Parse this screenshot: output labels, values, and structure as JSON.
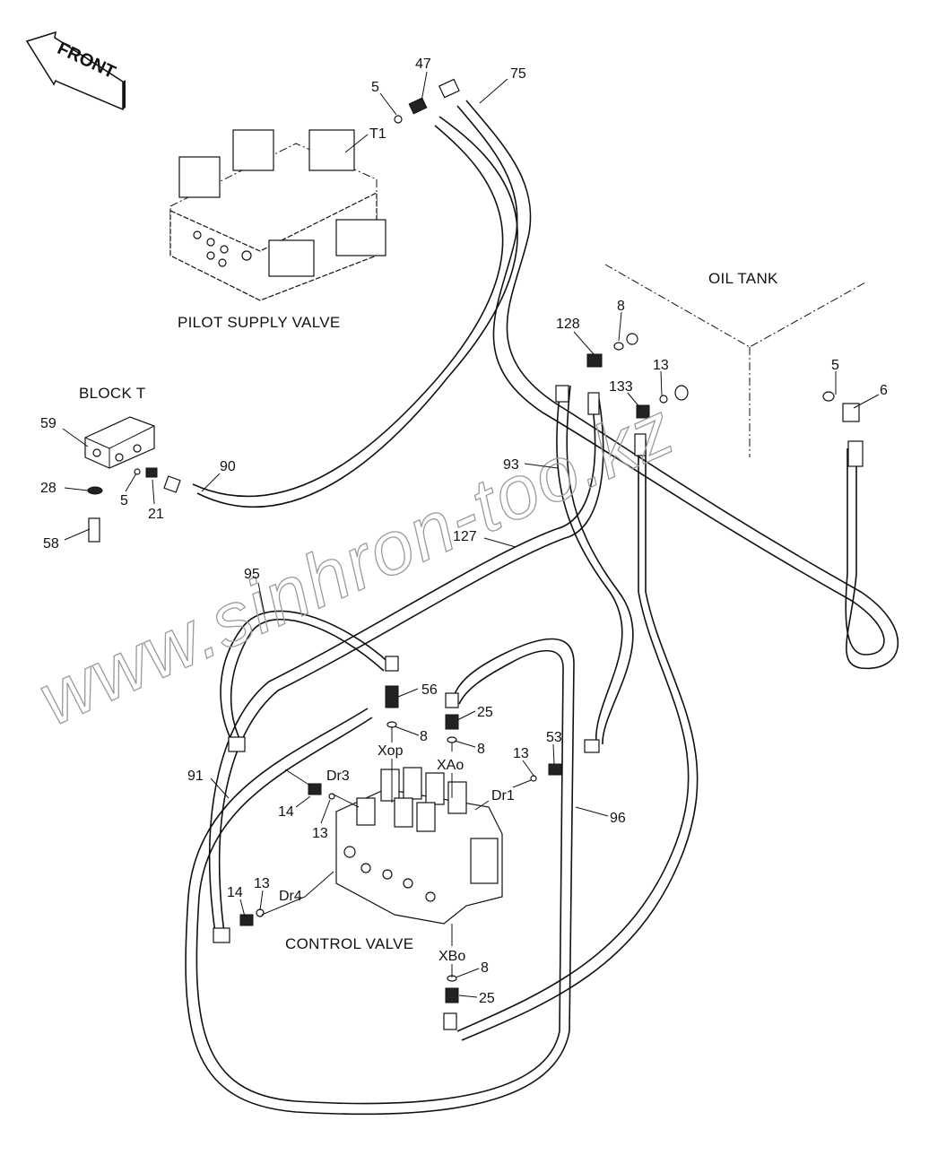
{
  "diagram": {
    "orientation_label": "FRONT",
    "watermark": "www.sinhron-too.kz",
    "assemblies": {
      "pilot_supply_valve": "PILOT SUPPLY VALVE",
      "block_t": "BLOCK  T",
      "oil_tank": "OIL TANK",
      "control_valve": "CONTROL VALVE"
    },
    "callouts": {
      "p47": "47",
      "p75": "75",
      "p5a": "5",
      "t1": "T1",
      "p59": "59",
      "p28": "28",
      "p5b": "5",
      "p21": "21",
      "p58": "58",
      "p90": "90",
      "p128": "128",
      "p8a": "8",
      "p133": "133",
      "p13a": "13",
      "p5c": "5",
      "p6": "6",
      "p93": "93",
      "p127": "127",
      "p95": "95",
      "p56": "56",
      "p8b": "8",
      "p25a": "25",
      "p8c": "8",
      "xop": "Xop",
      "xao": "XAo",
      "p13b": "13",
      "p53": "53",
      "dr1": "Dr1",
      "dr3": "Dr3",
      "p14a": "14",
      "p13c": "13",
      "p91": "91",
      "p96": "96",
      "p14b": "14",
      "p13d": "13",
      "dr4": "Dr4",
      "xbo": "XBo",
      "p8d": "8",
      "p25b": "25"
    }
  }
}
